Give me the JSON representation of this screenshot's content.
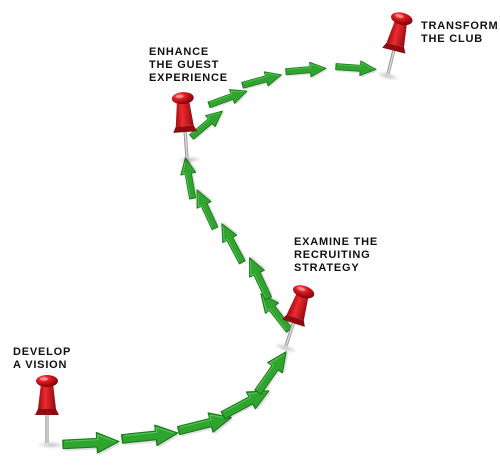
{
  "milestones": [
    {
      "lines": [
        "DEVELOP",
        "A VISION"
      ]
    },
    {
      "lines": [
        "EXAMINE THE",
        "RECRUITING",
        "STRATEGY"
      ]
    },
    {
      "lines": [
        "ENHANCE",
        "THE GUEST",
        "EXPERIENCE"
      ]
    },
    {
      "lines": [
        "TRANSFORM",
        "THE CLUB"
      ]
    }
  ],
  "colors": {
    "arrow_fill": "#2fa52f",
    "arrow_stroke": "#1f7a1f",
    "arrow_highlight": "#5fd35f",
    "pin_red": "#d8151c",
    "pin_dark": "#8e0b10",
    "needle": "#9a9a9a"
  },
  "icons": {
    "arrow": "green-chevron-arrow",
    "pin": "red-push-pin"
  }
}
